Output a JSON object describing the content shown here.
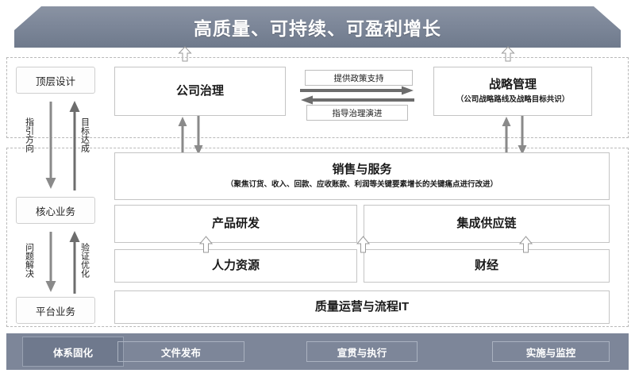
{
  "banner": {
    "title": "高质量、可持续、可盈利增长",
    "color": "#7d8799"
  },
  "stages": [
    {
      "key": "top",
      "label": "顶层设计"
    },
    {
      "key": "core",
      "label": "核心业务"
    },
    {
      "key": "platform",
      "label": "平台业务"
    }
  ],
  "flow_labels": {
    "down_upper": "指引方向",
    "up_upper": "目标达成",
    "down_lower": "问题解决",
    "up_lower": "验证优化"
  },
  "governance": {
    "title": "公司治理"
  },
  "strategy": {
    "title": "战略管理",
    "subtitle": "（公司战略路线及战略目标共识）"
  },
  "between_arrows": {
    "to_right": "提供政策支持",
    "to_left": "指导治理演进"
  },
  "sales": {
    "title": "销售与服务",
    "subtitle": "（聚焦订货、收入、回款、应收账款、利润等关键要素增长的关键痛点进行改进）"
  },
  "core_rows": [
    {
      "left": "产品研发",
      "right": "集成供应链"
    },
    {
      "left": "人力资源",
      "right": "财经"
    }
  ],
  "platform": {
    "title": "质量运营与流程IT"
  },
  "bottom_bar": {
    "primary": "体系固化",
    "items": [
      "文件发布",
      "宣贯与执行",
      "实施与监控"
    ],
    "background": "#7d8699"
  }
}
